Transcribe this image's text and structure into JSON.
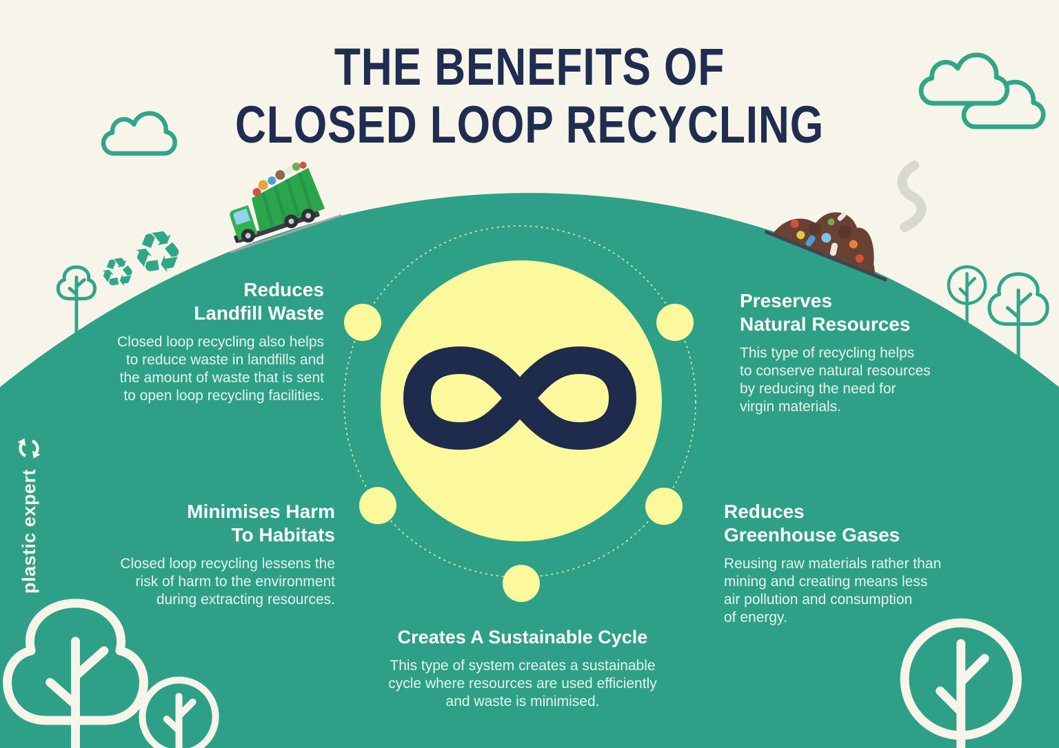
{
  "title": {
    "line1": "THE BENEFITS OF",
    "line2": "CLOSED LOOP RECYCLING"
  },
  "logo": {
    "name": "plastic expert"
  },
  "center": {
    "symbol_name": "infinity-loop"
  },
  "icons": {
    "recycle_symbol": "♻"
  },
  "colors": {
    "background_cream": "#f7f5ea",
    "hill_green": "#2ea087",
    "navy": "#1e2d50",
    "pale_yellow": "#fbf99b",
    "heading_white": "#fdfdf8"
  },
  "benefits": [
    {
      "id": "reduces-landfill-waste",
      "heading": "Reduces\nLandfill Waste",
      "body": "Closed loop recycling also helps\nto reduce waste in landfills and\nthe amount of waste that is sent\nto open loop recycling facilities."
    },
    {
      "id": "preserves-natural-resources",
      "heading": "Preserves\nNatural Resources",
      "body": "This type of recycling helps\nto conserve natural resources\nby reducing the need for\nvirgin materials."
    },
    {
      "id": "minimises-harm-to-habitats",
      "heading": "Minimises Harm\nTo Habitats",
      "body": "Closed loop recycling lessens the\nrisk of harm to the environment\nduring extracting resources."
    },
    {
      "id": "reduces-greenhouse-gases",
      "heading": "Reduces\nGreenhouse Gases",
      "body": "Reusing raw materials rather than\nmining and creating means less\nair pollution and consumption\nof energy."
    },
    {
      "id": "creates-a-sustainable-cycle",
      "heading": "Creates A Sustainable Cycle",
      "body": "This type of system creates a sustainable\ncycle where resources are used efficiently\nand waste is minimised."
    }
  ]
}
